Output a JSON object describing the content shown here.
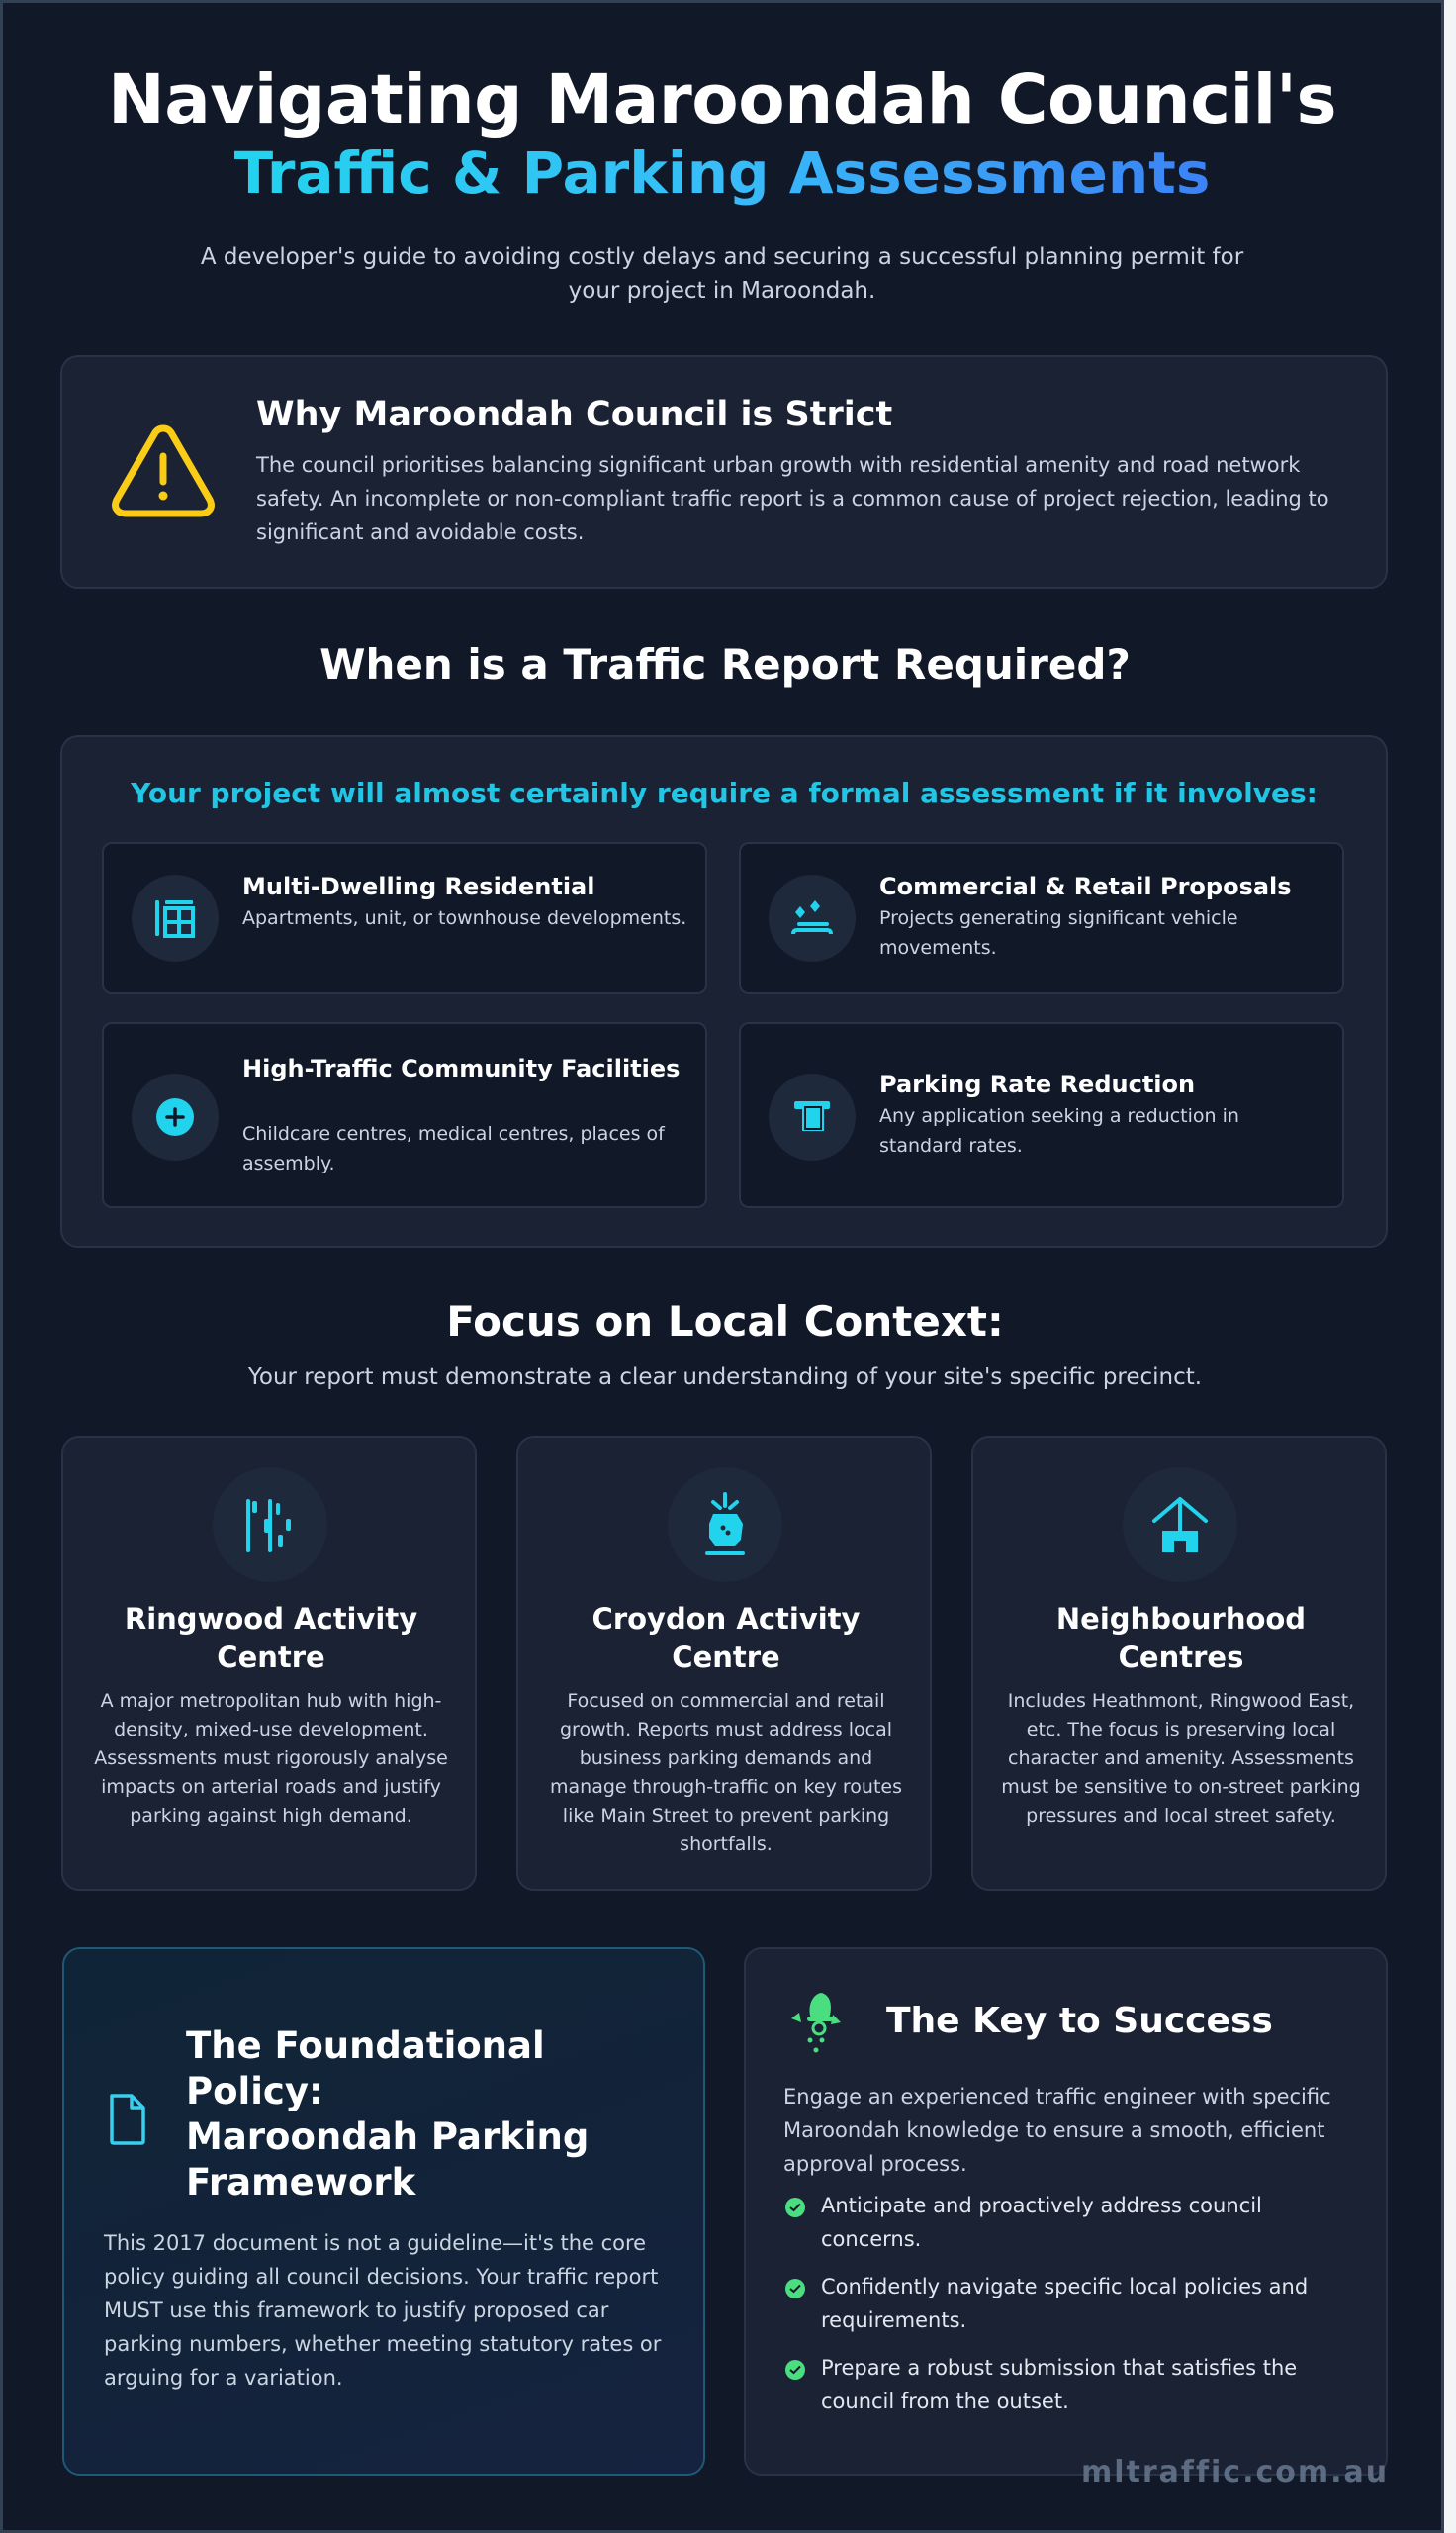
{
  "header": {
    "title_main": "Navigating Maroondah Council's",
    "title_accent": "Traffic & Parking Assessments",
    "subtitle": "A developer's guide to avoiding costly delays and securing a successful planning permit for your project in Maroondah."
  },
  "why": {
    "icon": "warning-triangle-icon",
    "title": "Why Maroondah Council is Strict",
    "text": "The council prioritises balancing significant urban growth with residential amenity and road network safety. An incomplete or non-compliant traffic report is a common cause of project rejection, leading to significant and avoidable costs."
  },
  "requirements": {
    "title": "When is a Traffic Report Required?",
    "lead": "Your project will almost certainly require a formal assessment if it involves:",
    "items": [
      {
        "icon": "building-icon",
        "title": "Multi-Dwelling Residential",
        "desc": "Apartments, unit, or townhouse developments."
      },
      {
        "icon": "shop-icon",
        "title": "Commercial & Retail Proposals",
        "desc": "Projects generating significant vehicle movements."
      },
      {
        "icon": "medical-plus-icon",
        "title": "High-Traffic Community Facilities",
        "desc": "Childcare centres, medical centres, places of assembly."
      },
      {
        "icon": "parking-sign-icon",
        "title": "Parking Rate Reduction",
        "desc": "Any application seeking a reduction in standard rates."
      }
    ]
  },
  "context": {
    "title": "Focus on Local Context:",
    "subtitle": "Your report must demonstrate a clear understanding of your site's specific precinct.",
    "cards": [
      {
        "icon": "city-towers-icon",
        "title": "Ringwood Activity Centre",
        "desc": "A major metropolitan hub with high-density, mixed-use development. Assessments must rigorously analyse impacts on arterial roads and justify parking against high demand."
      },
      {
        "icon": "shopping-bag-icon",
        "title": "Croydon Activity Centre",
        "desc": "Focused on commercial and retail growth. Reports must address local business parking demands and manage through-traffic on key routes like Main Street to prevent parking shortfalls."
      },
      {
        "icon": "house-icon",
        "title": "Neighbourhood Centres",
        "desc": "Includes Heathmont, Ringwood East, etc. The focus is preserving local character and amenity. Assessments must be sensitive to on-street parking pressures and local street safety."
      }
    ]
  },
  "policy": {
    "icon": "document-icon",
    "title_line1": "The Foundational Policy:",
    "title_line2": "Maroondah Parking Framework",
    "text": "This 2017 document is not a guideline—it's the core policy guiding all council decisions. Your traffic report MUST use this framework to justify proposed car parking numbers, whether meeting statutory rates or arguing for a variation."
  },
  "success": {
    "icon": "rocket-icon",
    "title": "The Key to Success",
    "text": "Engage an experienced traffic engineer with specific Maroondah knowledge to ensure a smooth, efficient approval process.",
    "points": [
      "Anticipate and proactively address council concerns.",
      "Confidently navigate specific local policies and requirements.",
      "Prepare a robust submission that satisfies the council from the outset."
    ]
  },
  "watermark": "mltraffic.com.au",
  "colors": {
    "background": "#111827",
    "card": "#1a2234",
    "accent_cyan": "#22d3ee",
    "accent_blue": "#3b82f6",
    "warning_yellow": "#facc15",
    "success_green": "#4ade80"
  }
}
